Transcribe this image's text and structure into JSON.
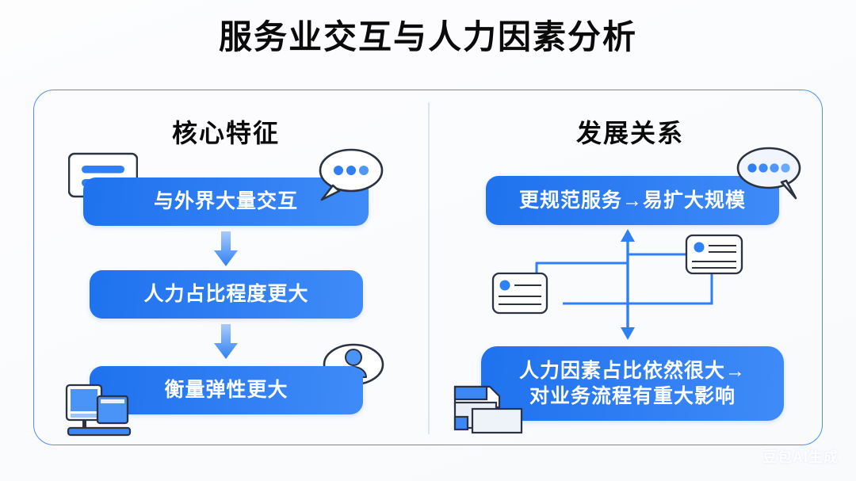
{
  "title": "服务业交互与人力因素分析",
  "watermark": "豆包AI生成",
  "colors": {
    "background": "#fbfcfd",
    "panel_border": "#4a90f2",
    "divider": "#dbe4f3",
    "card_blue": "#2d7cf2",
    "card_blue_light": "#3f8bf8",
    "accent_blue": "#2f80f5",
    "icon_outline": "#2b3240",
    "text_dark": "#0a0a0a",
    "text_on_card": "#ffffff"
  },
  "columns": {
    "left": {
      "heading": "核心特征",
      "cards": [
        {
          "label": "与外界大量交互"
        },
        {
          "label": "人力占比程度更大"
        },
        {
          "label": "衡量弹性更大"
        }
      ],
      "connectors": [
        "arrow-down",
        "arrow-down"
      ],
      "icons": [
        {
          "name": "chat-box-icon"
        },
        {
          "name": "speech-bubble-three-dots-icon"
        },
        {
          "name": "person-speech-bubble-icon"
        },
        {
          "name": "desktop-devices-icon"
        }
      ]
    },
    "right": {
      "heading": "发展关系",
      "cards": [
        {
          "label": "更规范服务→易扩大规模"
        },
        {
          "line1": "人力因素占比依然很大→",
          "line2": "对业务流程有重大影响"
        }
      ],
      "connectors": [
        "bidirectional-vertical-arrow"
      ],
      "icons": [
        {
          "name": "speech-bubble-four-dots-icon"
        },
        {
          "name": "id-card-left-icon"
        },
        {
          "name": "id-card-right-icon"
        },
        {
          "name": "stacked-documents-icon"
        }
      ]
    }
  }
}
